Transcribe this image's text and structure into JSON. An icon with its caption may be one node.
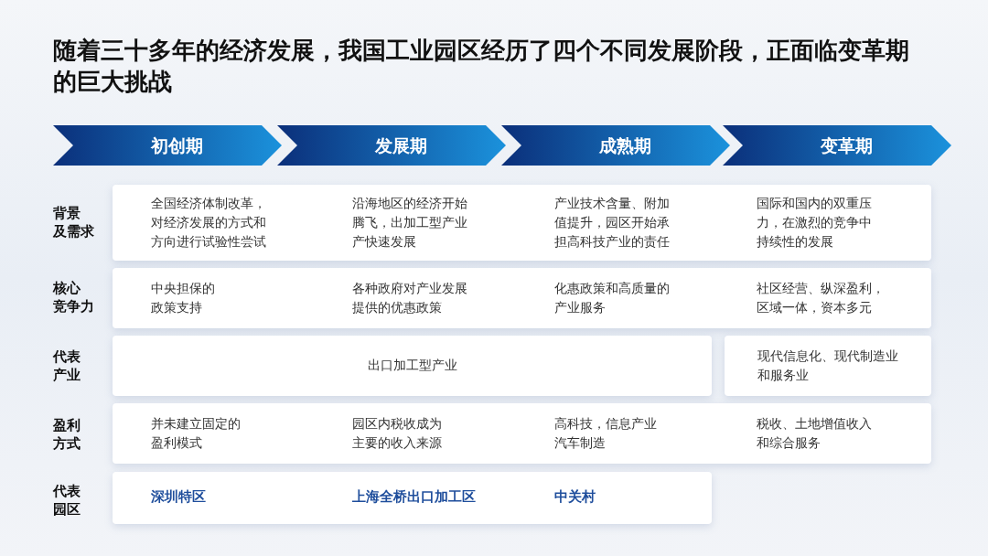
{
  "diagram": {
    "title": "随着三十多年的经济发展，我国工业园区经历了四个不同发展阶段，正面临变革期的巨大挑战",
    "nodes": [
      {
        "text": [
          "初创期"
        ]
      },
      {
        "text": [
          "发展期"
        ]
      },
      {
        "text": [
          "成熟期"
        ]
      },
      {
        "text": [
          "变革期"
        ]
      },
      {
        "text": [
          "全国经济体制改革，对经济发展的方式和方向进行试验性尝试",
          "沿海地区的经济开始腾飞，出加工型产业产快速发展",
          "产业技术含量、附加值提升，园区开始承担高科技产业的责任",
          "国际和国内的双重压力，在激烈的竞争中持续性的发展"
        ]
      },
      {
        "text": [
          "中央担保的政策支持",
          "各种政府对产业发展提供的优惠政策",
          "化惠政策和高质量的产业服务",
          "社区经营、纵深盈利，区域一体，资本多元"
        ]
      },
      {
        "text": [
          "出口加工型产业"
        ]
      },
      {
        "text": [
          "现代信息化、现代制造业和服务业"
        ]
      },
      {
        "text": [
          "并未建立固定的盈利模式",
          "园区内税收成为主要的收入来源",
          "高科技，信息产业汽车制造",
          "税收、土地增值收入和综合服务"
        ]
      },
      {
        "text": [
          "深圳特区",
          "上海全桥出口加工区",
          "中关村"
        ]
      }
    ],
    "labels": [
      "背景及需求",
      "核心竞争力",
      "代表产业",
      "盈利方式",
      "代表园区"
    ]
  }
}
